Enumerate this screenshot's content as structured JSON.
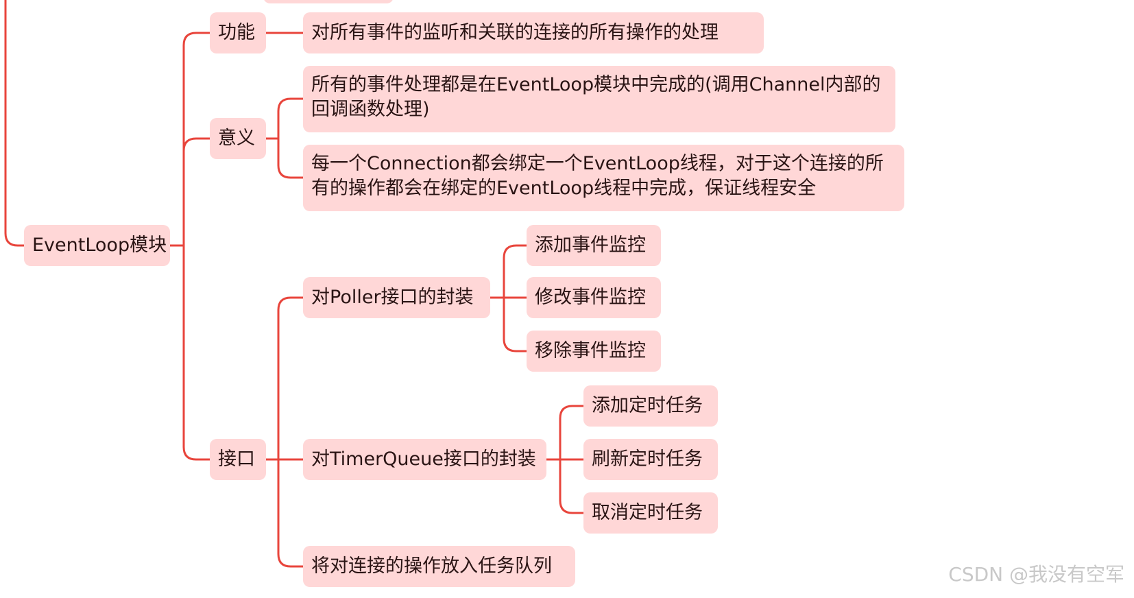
{
  "colors": {
    "node_fill": "#ffd7d7",
    "link": "#e8453c",
    "text": "#2a1414",
    "watermark": "#c8c8c8"
  },
  "root": {
    "label": "EventLoop模块"
  },
  "branches": {
    "function": {
      "label": "功能",
      "children": [
        "对所有事件的监听和关联的连接的所有操作的处理"
      ]
    },
    "meaning": {
      "label": "意义",
      "children": [
        "所有的事件处理都是在EventLoop模块中完成的(调用Channel内部的回调函数处理)",
        "每一个Connection都会绑定一个EventLoop线程，对于这个连接的所有的操作都会在绑定的EventLoop线程中完成，保证线程安全"
      ]
    },
    "interface": {
      "label": "接口",
      "poller": {
        "label": "对Poller接口的封装",
        "children": [
          "添加事件监控",
          "修改事件监控",
          "移除事件监控"
        ]
      },
      "timer": {
        "label": "对TimerQueue接口的封装",
        "children": [
          "添加定时任务",
          "刷新定时任务",
          "取消定时任务"
        ]
      },
      "queue": {
        "label": "将对连接的操作放入任务队列"
      }
    }
  },
  "watermark": "CSDN @我没有空军"
}
